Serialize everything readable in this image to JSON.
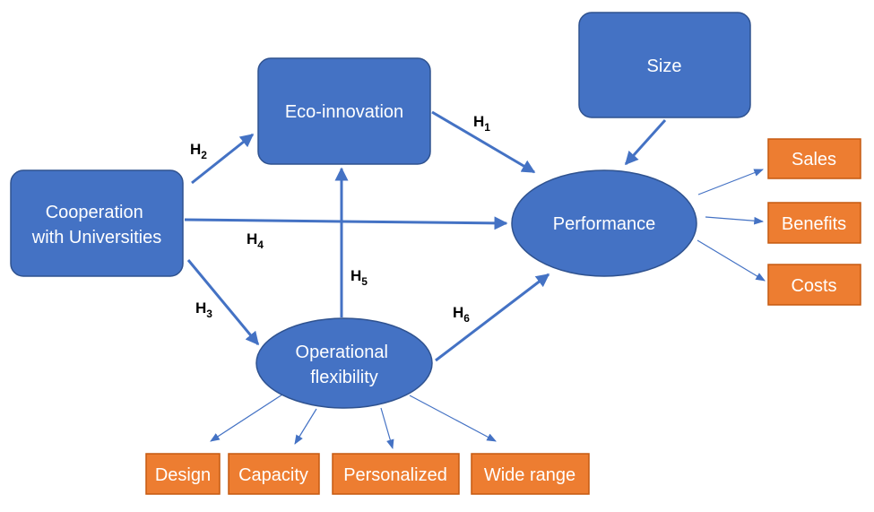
{
  "colors": {
    "node_fill": "#4472c4",
    "node_stroke": "#2f528f",
    "indicator_fill": "#ed7d31",
    "indicator_stroke": "#c55a11",
    "arrow": "#4472c4"
  },
  "nodes": {
    "cooperation": {
      "line1": "Cooperation",
      "line2": "with Universities"
    },
    "eco_innovation": {
      "label": "Eco-innovation"
    },
    "size": {
      "label": "Size"
    },
    "performance": {
      "label": "Performance"
    },
    "operational": {
      "line1": "Operational",
      "line2": "flexibility"
    }
  },
  "indicators": {
    "performance": [
      "Sales",
      "Benefits",
      "Costs"
    ],
    "operational": [
      "Design",
      "Capacity",
      "Personalized",
      "Wide range"
    ]
  },
  "hypotheses": {
    "h1": {
      "letter": "H",
      "num": "1"
    },
    "h2": {
      "letter": "H",
      "num": "2"
    },
    "h3": {
      "letter": "H",
      "num": "3"
    },
    "h4": {
      "letter": "H",
      "num": "4"
    },
    "h5": {
      "letter": "H",
      "num": "5"
    },
    "h6": {
      "letter": "H",
      "num": "6"
    }
  }
}
